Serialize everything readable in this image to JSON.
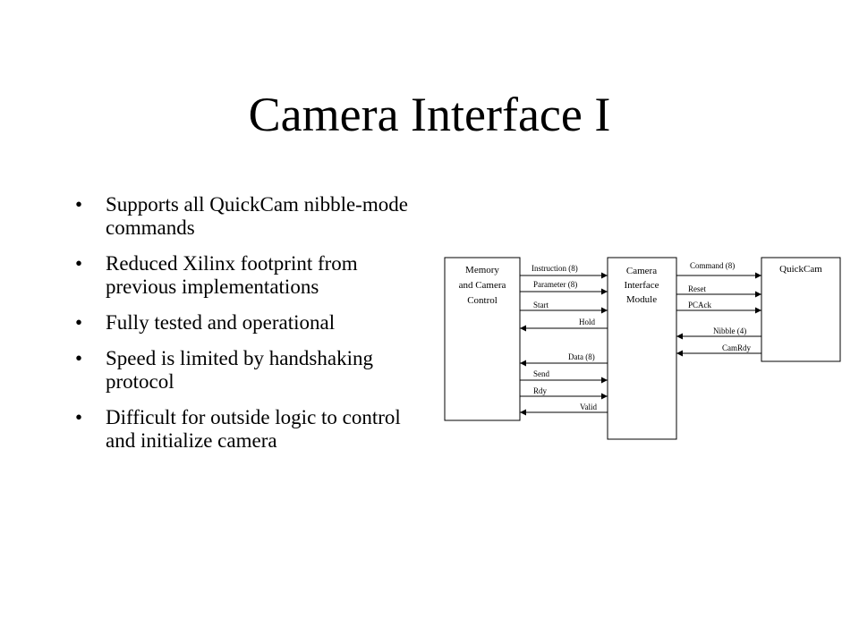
{
  "slide": {
    "title": "Camera Interface I",
    "bullets": [
      "Supports all QuickCam nibble-mode commands",
      "Reduced Xilinx footprint from previous implementations",
      "Fully tested and operational",
      "Speed is limited by handshaking protocol",
      "Difficult for outside logic to control and initialize camera"
    ]
  },
  "diagram": {
    "memory_block": [
      "Memory",
      "and Camera",
      "Control"
    ],
    "interface_block": [
      "Camera",
      "Interface",
      "Module"
    ],
    "quickcam_block": [
      "QuickCam"
    ],
    "left_signals": {
      "instruction": "Instruction (8)",
      "parameter": "Parameter (8)",
      "start": "Start",
      "hold": "Hold",
      "data": "Data (8)",
      "send": "Send",
      "rdy": "Rdy",
      "valid": "Valid"
    },
    "right_signals": {
      "command": "Command (8)",
      "reset": "Reset",
      "pcack": "PCAck",
      "nibble": "Nibble (4)",
      "camrdy": "CamRdy"
    }
  }
}
